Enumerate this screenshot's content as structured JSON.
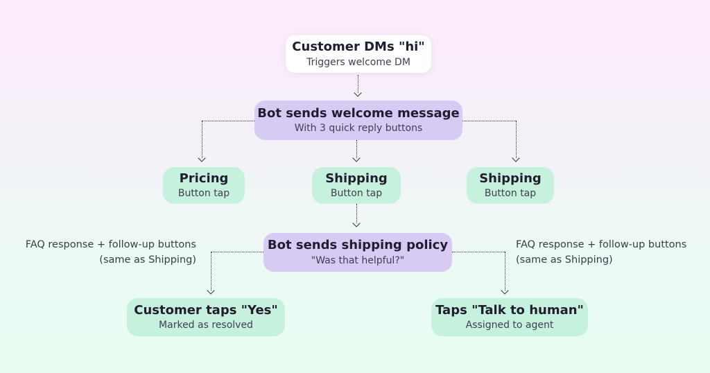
{
  "diagram": {
    "title_hidden": "",
    "nodes": [
      {
        "id": "customer-dm",
        "title": "Customer DMs \"hi\"",
        "subtitle": "Triggers welcome DM",
        "variant": "white"
      },
      {
        "id": "welcome-message",
        "title": "Bot sends welcome message",
        "subtitle": "With 3 quick reply buttons",
        "variant": "purple"
      },
      {
        "id": "pricing",
        "title": "Pricing",
        "subtitle": "Button tap",
        "variant": "mint"
      },
      {
        "id": "shipping-center",
        "title": "Shipping",
        "subtitle": "Button tap",
        "variant": "mint"
      },
      {
        "id": "shipping-right",
        "title": "Shipping",
        "subtitle": "Button tap",
        "variant": "mint"
      },
      {
        "id": "shipping-policy",
        "title": "Bot sends shipping policy",
        "subtitle": "\"Was that helpful?\"",
        "variant": "purple"
      },
      {
        "id": "taps-yes",
        "title": "Customer taps \"Yes\"",
        "subtitle": "Marked as resolved",
        "variant": "mint"
      },
      {
        "id": "talk-to-human",
        "title": "Taps \"Talk to human\"",
        "subtitle": "Assigned to agent",
        "variant": "mint"
      }
    ],
    "annotations": {
      "left": [
        "FAQ response + follow-up buttons",
        "(same as Shipping)"
      ],
      "right": [
        "FAQ response + follow-up buttons",
        "(same as Shipping)"
      ]
    },
    "colors": {
      "bg_top": "#fdebf9",
      "bg_upper": "#f8eef9",
      "bg_mid": "#f2f2f8",
      "bg_lower": "#edf9f4",
      "bg_bottom": "#e7fdf2",
      "node_white": "#ffffff",
      "node_purple": "#d7cbf4",
      "node_mint": "#c6f1dc",
      "title": "#201d31",
      "subtitle": "#3f3e52",
      "annotation": "#33404a",
      "line": "#2f2f33"
    }
  }
}
